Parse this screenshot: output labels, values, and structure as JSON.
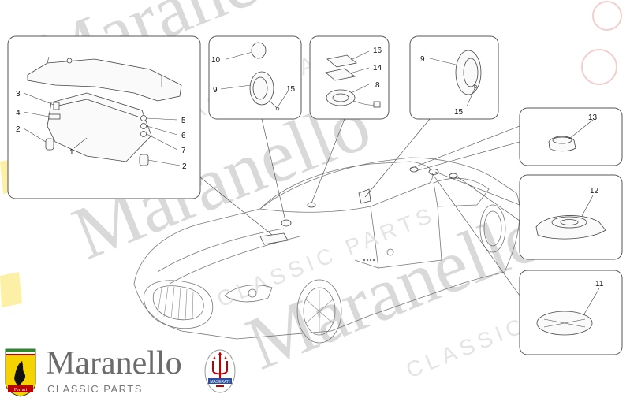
{
  "brand": {
    "name": "Maranello",
    "subtitle": "CLASSIC PARTS",
    "shield_text": "Ferrari",
    "trident_text": "MASERATI"
  },
  "watermark": {
    "main": "Maranello",
    "sub": "CLASSIC PARTS"
  },
  "callouts": {
    "panel_a": [
      "3",
      "4",
      "2",
      "1",
      "5",
      "6",
      "7",
      "2"
    ],
    "panel_b": [
      "10",
      "9",
      "15"
    ],
    "panel_c": [
      "16",
      "14",
      "8"
    ],
    "panel_d": [
      "9",
      "15"
    ],
    "panel_e": [
      "13"
    ],
    "panel_f": [
      "12"
    ],
    "panel_g": [
      "11"
    ]
  },
  "colors": {
    "outline": "#444444",
    "car_line": "#777777",
    "watermark": "#d9d9d9",
    "ferrari_yellow": "#f5d300",
    "ferrari_red": "#c00000"
  }
}
